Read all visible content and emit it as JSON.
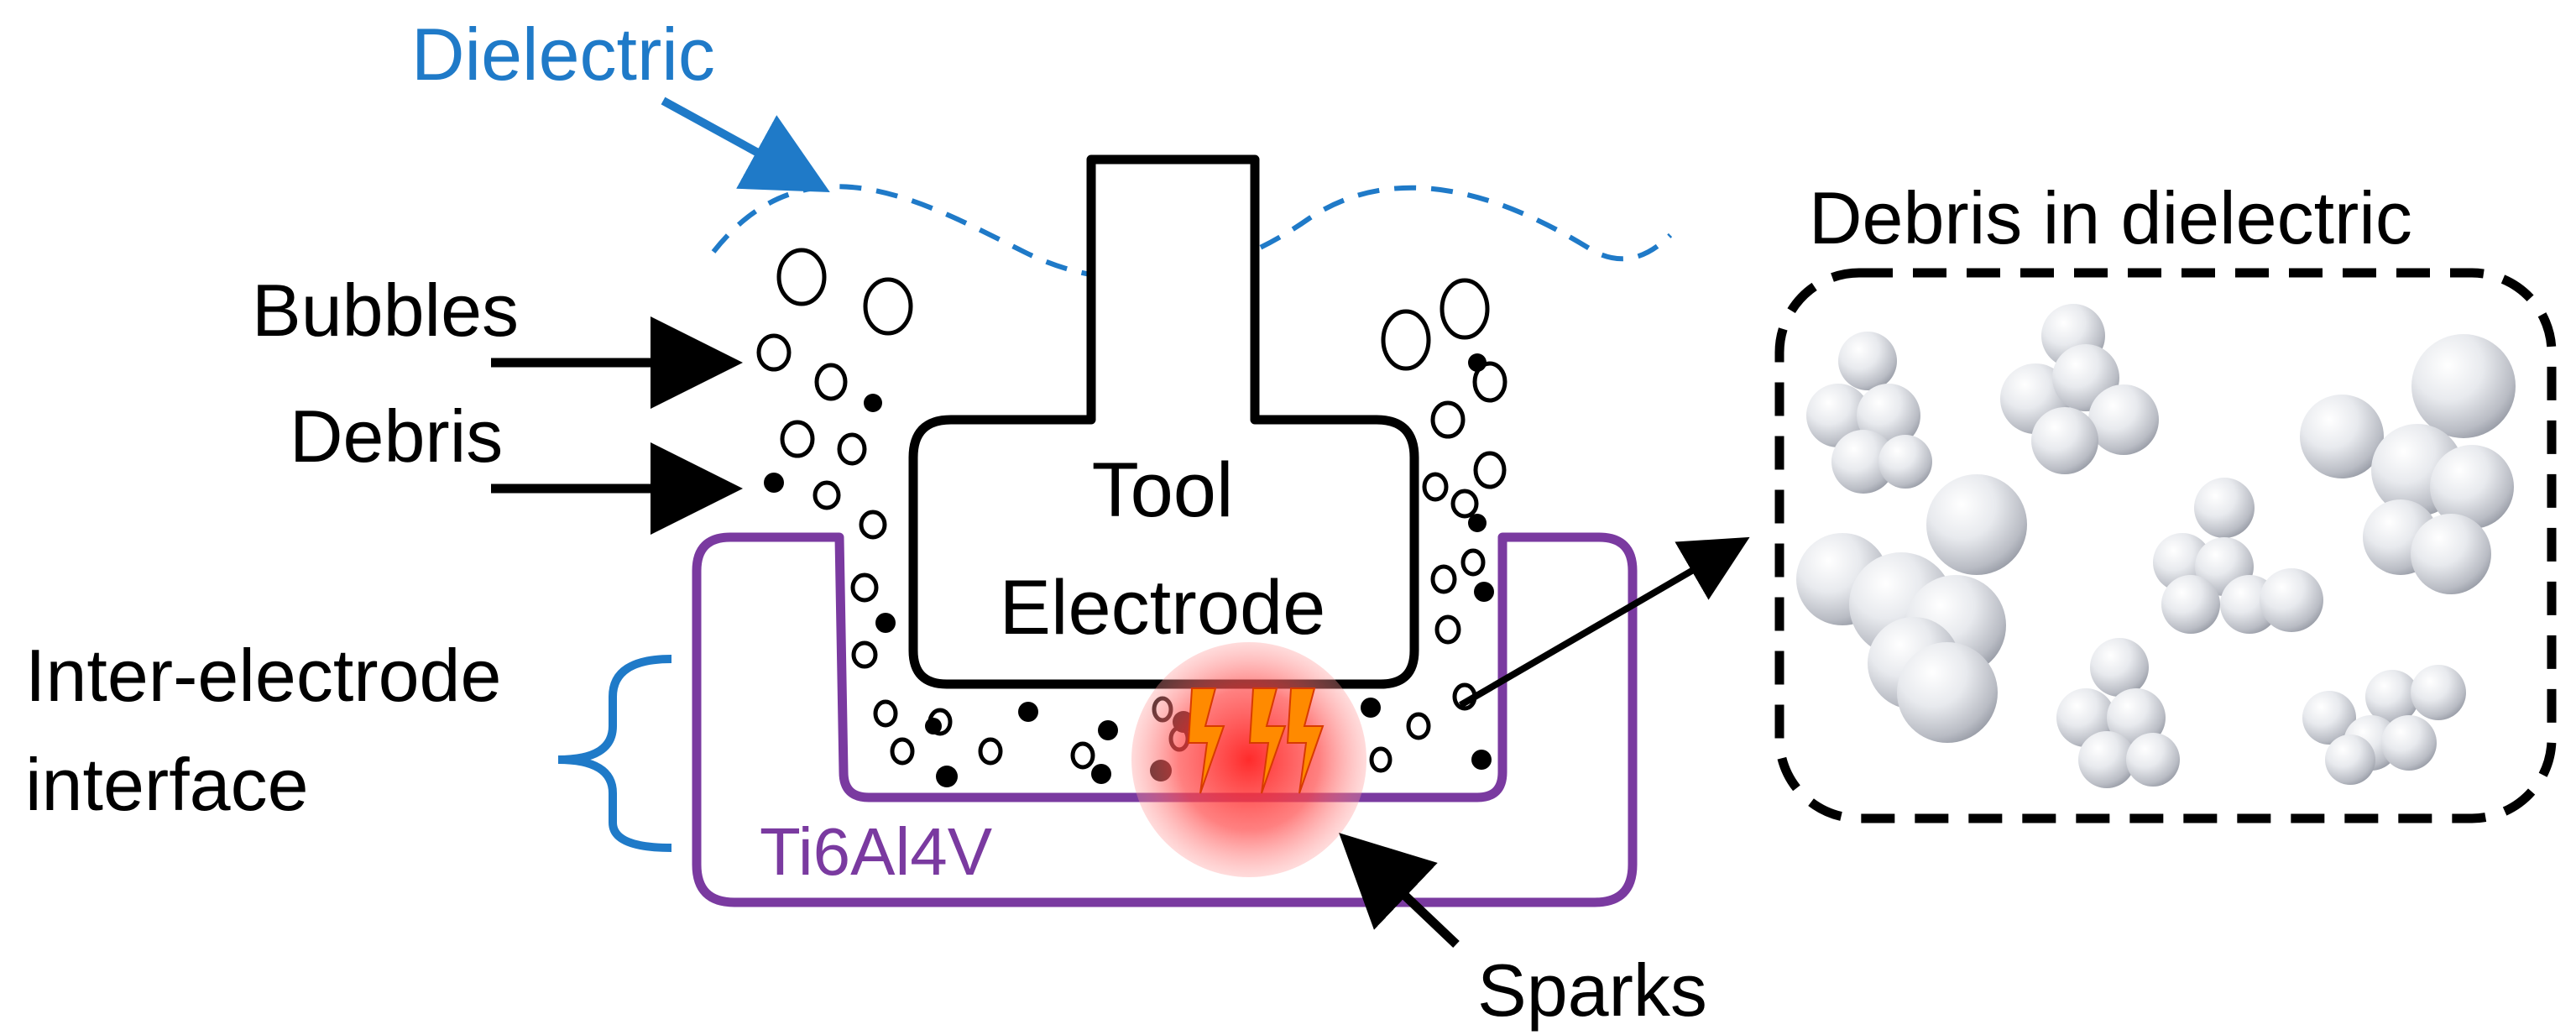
{
  "labels": {
    "dielectric": "Dielectric",
    "bubbles": "Bubbles",
    "debris": "Debris",
    "tool_line1": "Tool",
    "tool_line2": "Electrode",
    "interface_line1": "Inter-electrode",
    "interface_line2": "interface",
    "workpiece": "Ti6Al4V",
    "sparks": "Sparks",
    "debris_in_dielectric": "Debris in dielectric"
  },
  "colors": {
    "dielectric": "#1f7ac8",
    "workpiece": "#7a3aa0",
    "bracket": "#1f7ac8",
    "outline": "#000000",
    "spark_glow": "#ff3b3b",
    "spark_bolt": "#ff8a00",
    "particle": "#c9ccd4"
  },
  "icons": {
    "spark": "lightning-bolt-icon",
    "bubble": "hollow-circle-icon",
    "debris": "filled-circle-icon"
  }
}
